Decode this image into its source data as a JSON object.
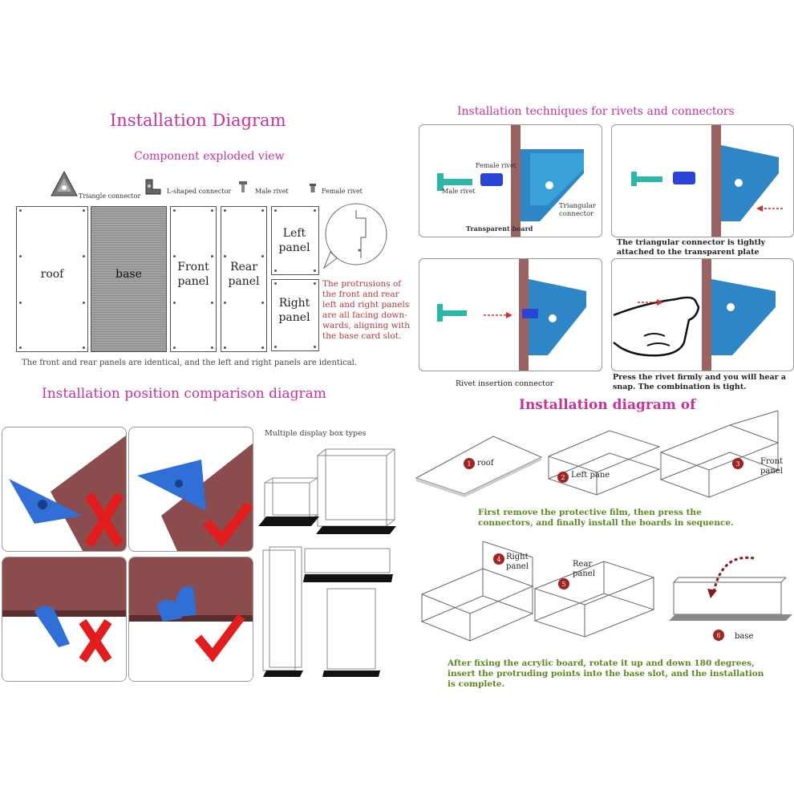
{
  "left_top": {
    "title": "Installation Diagram",
    "subtitle": "Component exploded view",
    "components": {
      "triangle": "Triangle connector",
      "lshaped": "L-shaped connector",
      "male": "Male rivet",
      "female": "Female rivet"
    },
    "panels": {
      "roof": "roof",
      "base": "base",
      "front": "Front panel",
      "rear": "Rear panel",
      "left": "Left panel",
      "right": "Right panel"
    },
    "protrusion_note": "The protrusions of the front and rear left and right panels are all facing down-wards, aligning with the base card slot.",
    "identical_note": "The front and rear panels are identical, and the left and right panels are identical."
  },
  "right_top": {
    "title": "Installation techniques for rivets and connectors",
    "cards": {
      "female_rivet": "Female rivet",
      "male_rivet": "Male rivet",
      "triangular_connector": "Triangular connector",
      "transparent_board": "Transparent board"
    },
    "caption_tight": "The triangular connector is tightly attached to the transparent plate",
    "caption_insert": "Rivet insertion connector",
    "caption_snap": "Press the rivet firmly and you will hear a snap. The combination is tight."
  },
  "left_bottom": {
    "title": "Installation position comparison diagram",
    "display_types": "Multiple display box types"
  },
  "right_bottom": {
    "title": "Installation diagram of",
    "steps": {
      "s1_num": "1",
      "s1": "roof",
      "s2_num": "2",
      "s2": "Left pane",
      "s3_num": "3",
      "s3": "Front panel",
      "s4_num": "4",
      "s4": "Right panel",
      "s5_num": "5",
      "s5": "Rear panel",
      "s6_num": "6",
      "s6": "base"
    },
    "note1": "First remove the protective film, then press the connectors, and finally install the boards in sequence.",
    "note2": "After fixing the acrylic board, rotate it up and down 180 degrees, insert the protruding points into the base slot, and the installation is complete."
  },
  "colors": {
    "title": "#c8329f",
    "red_note": "#b23a3a",
    "green_note": "#5a8a1f",
    "blue_part": "#2f6fd6",
    "board": "#8a4c4c"
  },
  "icons": [
    "triangle-connector-icon",
    "l-connector-icon",
    "male-rivet-icon",
    "female-rivet-icon",
    "check-mark-icon",
    "cross-mark-icon",
    "arrow-icon"
  ]
}
